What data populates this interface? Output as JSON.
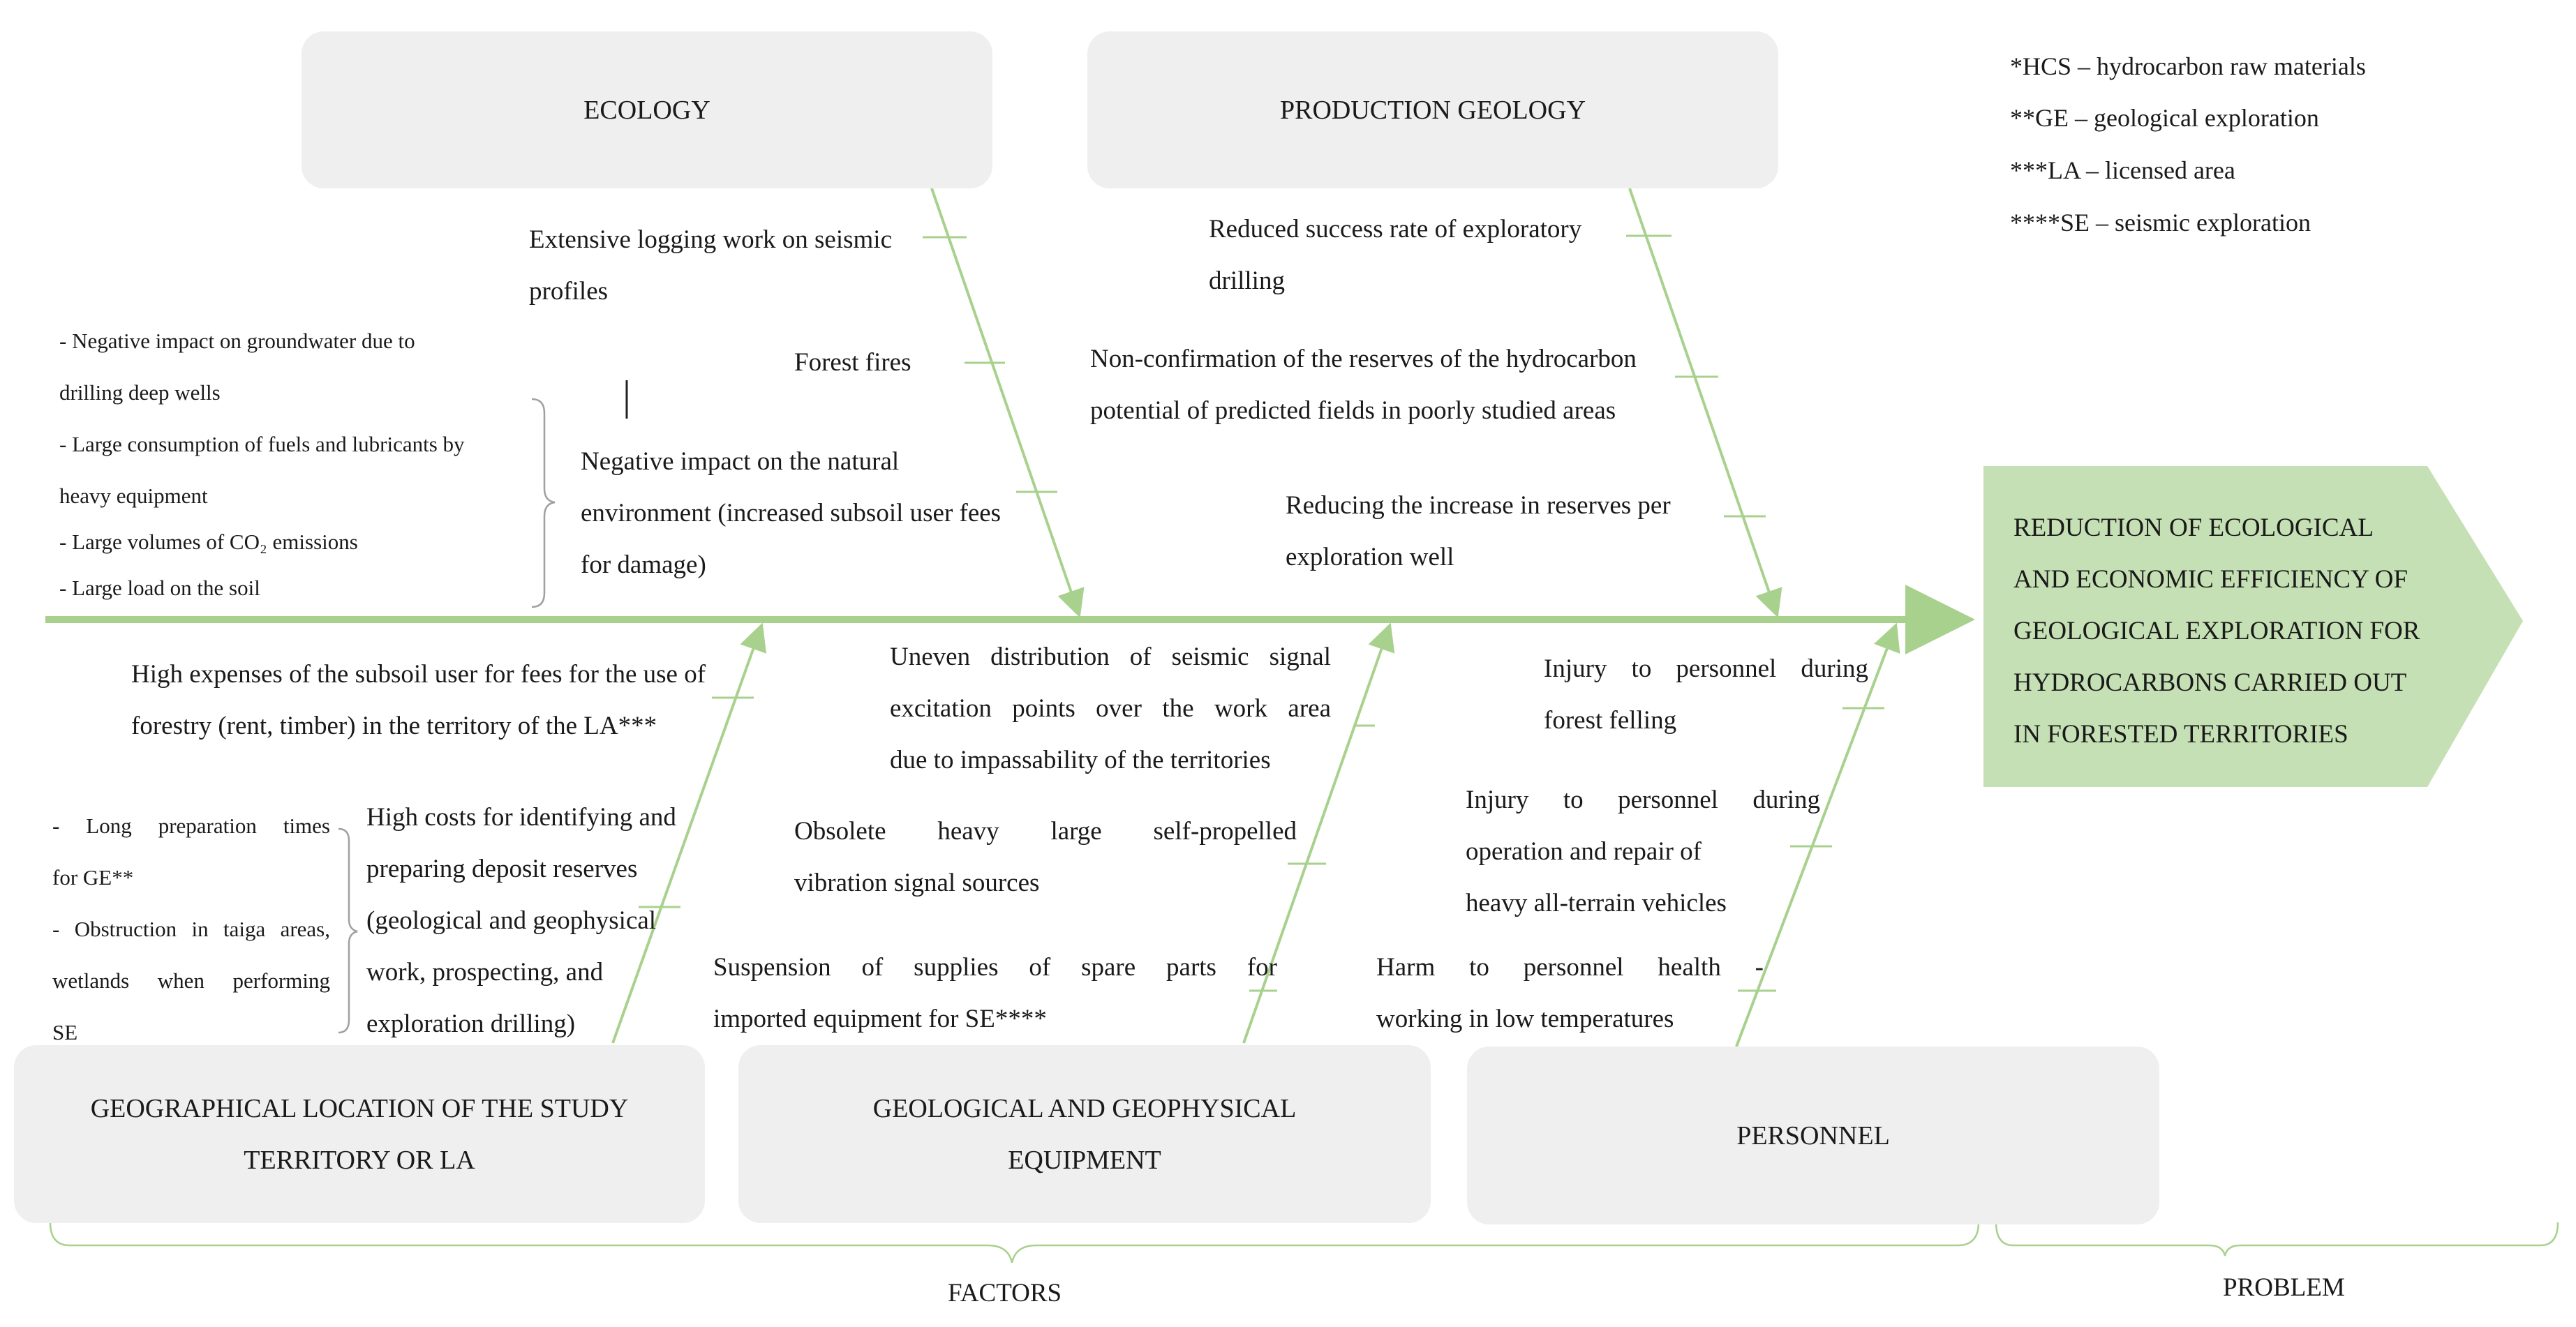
{
  "categories": {
    "ecology": "ECOLOGY",
    "production_geology": "PRODUCTION GEOLOGY",
    "geographical_location": [
      "GEOGRAPHICAL LOCATION OF THE STUDY",
      "TERRITORY OR LA"
    ],
    "equipment": [
      "GEOLOGICAL AND GEOPHYSICAL",
      "EQUIPMENT"
    ],
    "personnel": "PERSONNEL"
  },
  "problem": [
    "REDUCTION OF ECOLOGICAL",
    "AND ECONOMIC EFFICIENCY OF",
    "GEOLOGICAL EXPLORATION FOR",
    "HYDROCARBONS CARRIED OUT",
    "IN FORESTED TERRITORIES"
  ],
  "notes": [
    "*HCS – hydrocarbon raw materials",
    "**GE – geological exploration",
    "***LA – licensed area",
    "****SE – seismic exploration"
  ],
  "ecology_causes": {
    "logging": [
      "Extensive logging work on seismic",
      "profiles"
    ],
    "fires": "Forest fires",
    "impact": [
      "Negative impact on the natural",
      "environment (increased subsoil user fees",
      "for damage)"
    ],
    "impact_details": [
      "- Negative impact on groundwater due to",
      "drilling deep wells",
      "- Large consumption of fuels and lubricants by",
      "heavy equipment",
      "- Large volumes of CO₂ emissions",
      "- Large load on the soil"
    ]
  },
  "geology_causes": {
    "success": [
      "Reduced success rate of exploratory",
      "drilling"
    ],
    "nonconfirm": [
      "Non-confirmation of the reserves of the hydrocarbon",
      "potential of predicted fields in poorly studied areas"
    ],
    "reserves": [
      "Reducing the increase in reserves per",
      "exploration well"
    ]
  },
  "location_causes": {
    "expenses": [
      "High expenses of the subsoil user for fees for the use of",
      "forestry (rent, timber) in the territory of the LA***"
    ],
    "costs": [
      "High costs for identifying and",
      "preparing deposit reserves",
      "(geological and geophysical",
      "work, prospecting, and",
      "exploration drilling)"
    ],
    "cost_details": [
      "- Long preparation times",
      "for GE**",
      "- Obstruction in taiga areas,",
      "wetlands when performing",
      "SE"
    ]
  },
  "equipment_causes": {
    "uneven": [
      "Uneven distribution of seismic signal",
      "excitation points over the work area",
      "due to impassability of the territories"
    ],
    "obsolete": [
      "Obsolete heavy large self-propelled",
      "vibration signal sources"
    ],
    "suspension": [
      "Suspension of supplies of spare parts for",
      "imported equipment for SE****"
    ]
  },
  "personnel_causes": {
    "felling": [
      "Injury to personnel during",
      "forest felling"
    ],
    "vehicles": [
      "Injury to personnel during",
      "operation and repair of",
      "heavy all-terrain vehicles"
    ],
    "health": [
      "Harm to personnel health -",
      "working in low temperatures"
    ]
  },
  "footer": {
    "factors": "FACTORS",
    "problem": "PROBLEM"
  },
  "colors": {
    "spine": "#a9d18e",
    "box": "#efefef",
    "problem_fill": "#c5e0b4"
  }
}
